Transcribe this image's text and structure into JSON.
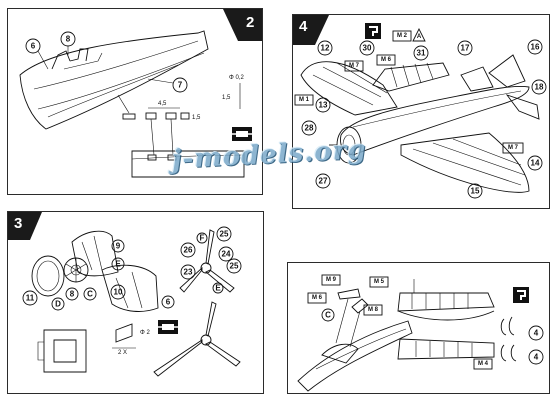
{
  "steps": [
    {
      "number": "2",
      "labels": [
        "6",
        "8",
        "7"
      ],
      "dims": [
        "Φ 0,2",
        "1,5",
        "4,5",
        "1,5"
      ]
    },
    {
      "number": "4",
      "labels": [
        "12",
        "30",
        "31",
        "17",
        "16",
        "18",
        "13",
        "28",
        "27",
        "15",
        "14"
      ],
      "refs": [
        "M 2",
        "A",
        "M 7",
        "M 6",
        "M 1",
        "M 7"
      ]
    },
    {
      "number": "3",
      "labels": [
        "9",
        "E",
        "26",
        "25",
        "24",
        "23",
        "25",
        "F",
        "E",
        "11",
        "D",
        "8",
        "C",
        "10",
        "6"
      ],
      "dims": [
        "Φ 2",
        "2 X"
      ]
    },
    {
      "number": "",
      "labels": [
        "C",
        "4",
        "4"
      ],
      "refs": [
        "M 9",
        "M 5",
        "M 6",
        "M 8",
        "M 4"
      ]
    }
  ],
  "watermark": "j-models.org",
  "colors": {
    "line": "#111111",
    "badge": "#1a1a1a",
    "watermark": "#7aa9c9"
  }
}
